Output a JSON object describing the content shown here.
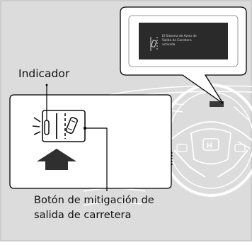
{
  "labels": {
    "indicator": "Indicador",
    "button_line1": "Botón de mitigación de",
    "button_line2": "salida de carretera"
  },
  "display_message": {
    "line1": "El Sistema de Aviso de",
    "line2": "Salida de Carretera",
    "line3": "activado"
  },
  "colors": {
    "background": "#dcdcdc",
    "screen": "#2a2a2a",
    "line": "#000000"
  }
}
